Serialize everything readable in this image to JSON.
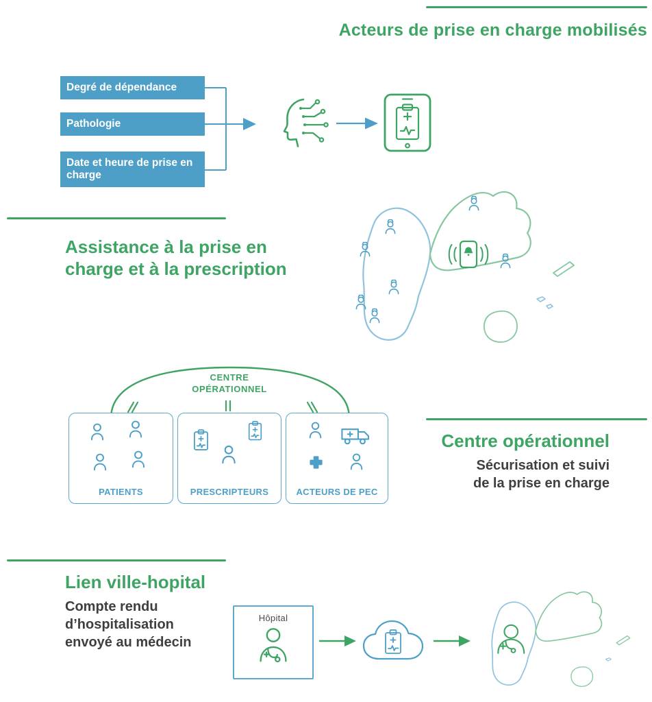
{
  "colors": {
    "green": "#3EA463",
    "blue": "#4d9fc7",
    "dark": "#3f3f3f"
  },
  "sections": {
    "actors": {
      "title": "Acteurs de prise en charge mobilisés",
      "inputs": [
        "Degré de dépendance",
        "Pathologie",
        "Date et heure de prise en charge"
      ]
    },
    "assistance": {
      "title_line1": "Assistance à la prise en",
      "title_line2": "charge et à la prescription"
    },
    "operational_center": {
      "arc_label_line1": "CENTRE",
      "arc_label_line2": "OPÉRATIONNEL",
      "boxes": [
        {
          "label": "PATIENTS"
        },
        {
          "label": "PRESCRIPTEURS"
        },
        {
          "label": "ACTEURS DE PEC"
        }
      ],
      "title": "Centre opérationnel",
      "subtitle_line1": "Sécurisation et suivi",
      "subtitle_line2": "de la prise en charge"
    },
    "city_hospital": {
      "title": "Lien ville-hopital",
      "body_line1": "Compte rendu",
      "body_line2": "d’hospitalisation",
      "body_line3": "envoyé au médecin",
      "hospital_label": "Hôpital"
    }
  },
  "icons": {
    "ai_head": "ai-circuit-head-icon",
    "tablet": "tablet-care-plan-icon",
    "nurse": "nurse-icon",
    "phone_alert": "phone-bell-alert-icon",
    "person": "person-icon",
    "clipboard": "clipboard-icon",
    "ambulance": "ambulance-icon",
    "medical_cross": "medical-cross-icon",
    "cloud": "cloud-report-icon",
    "doctor": "doctor-icon",
    "map": "guadeloupe-map"
  }
}
